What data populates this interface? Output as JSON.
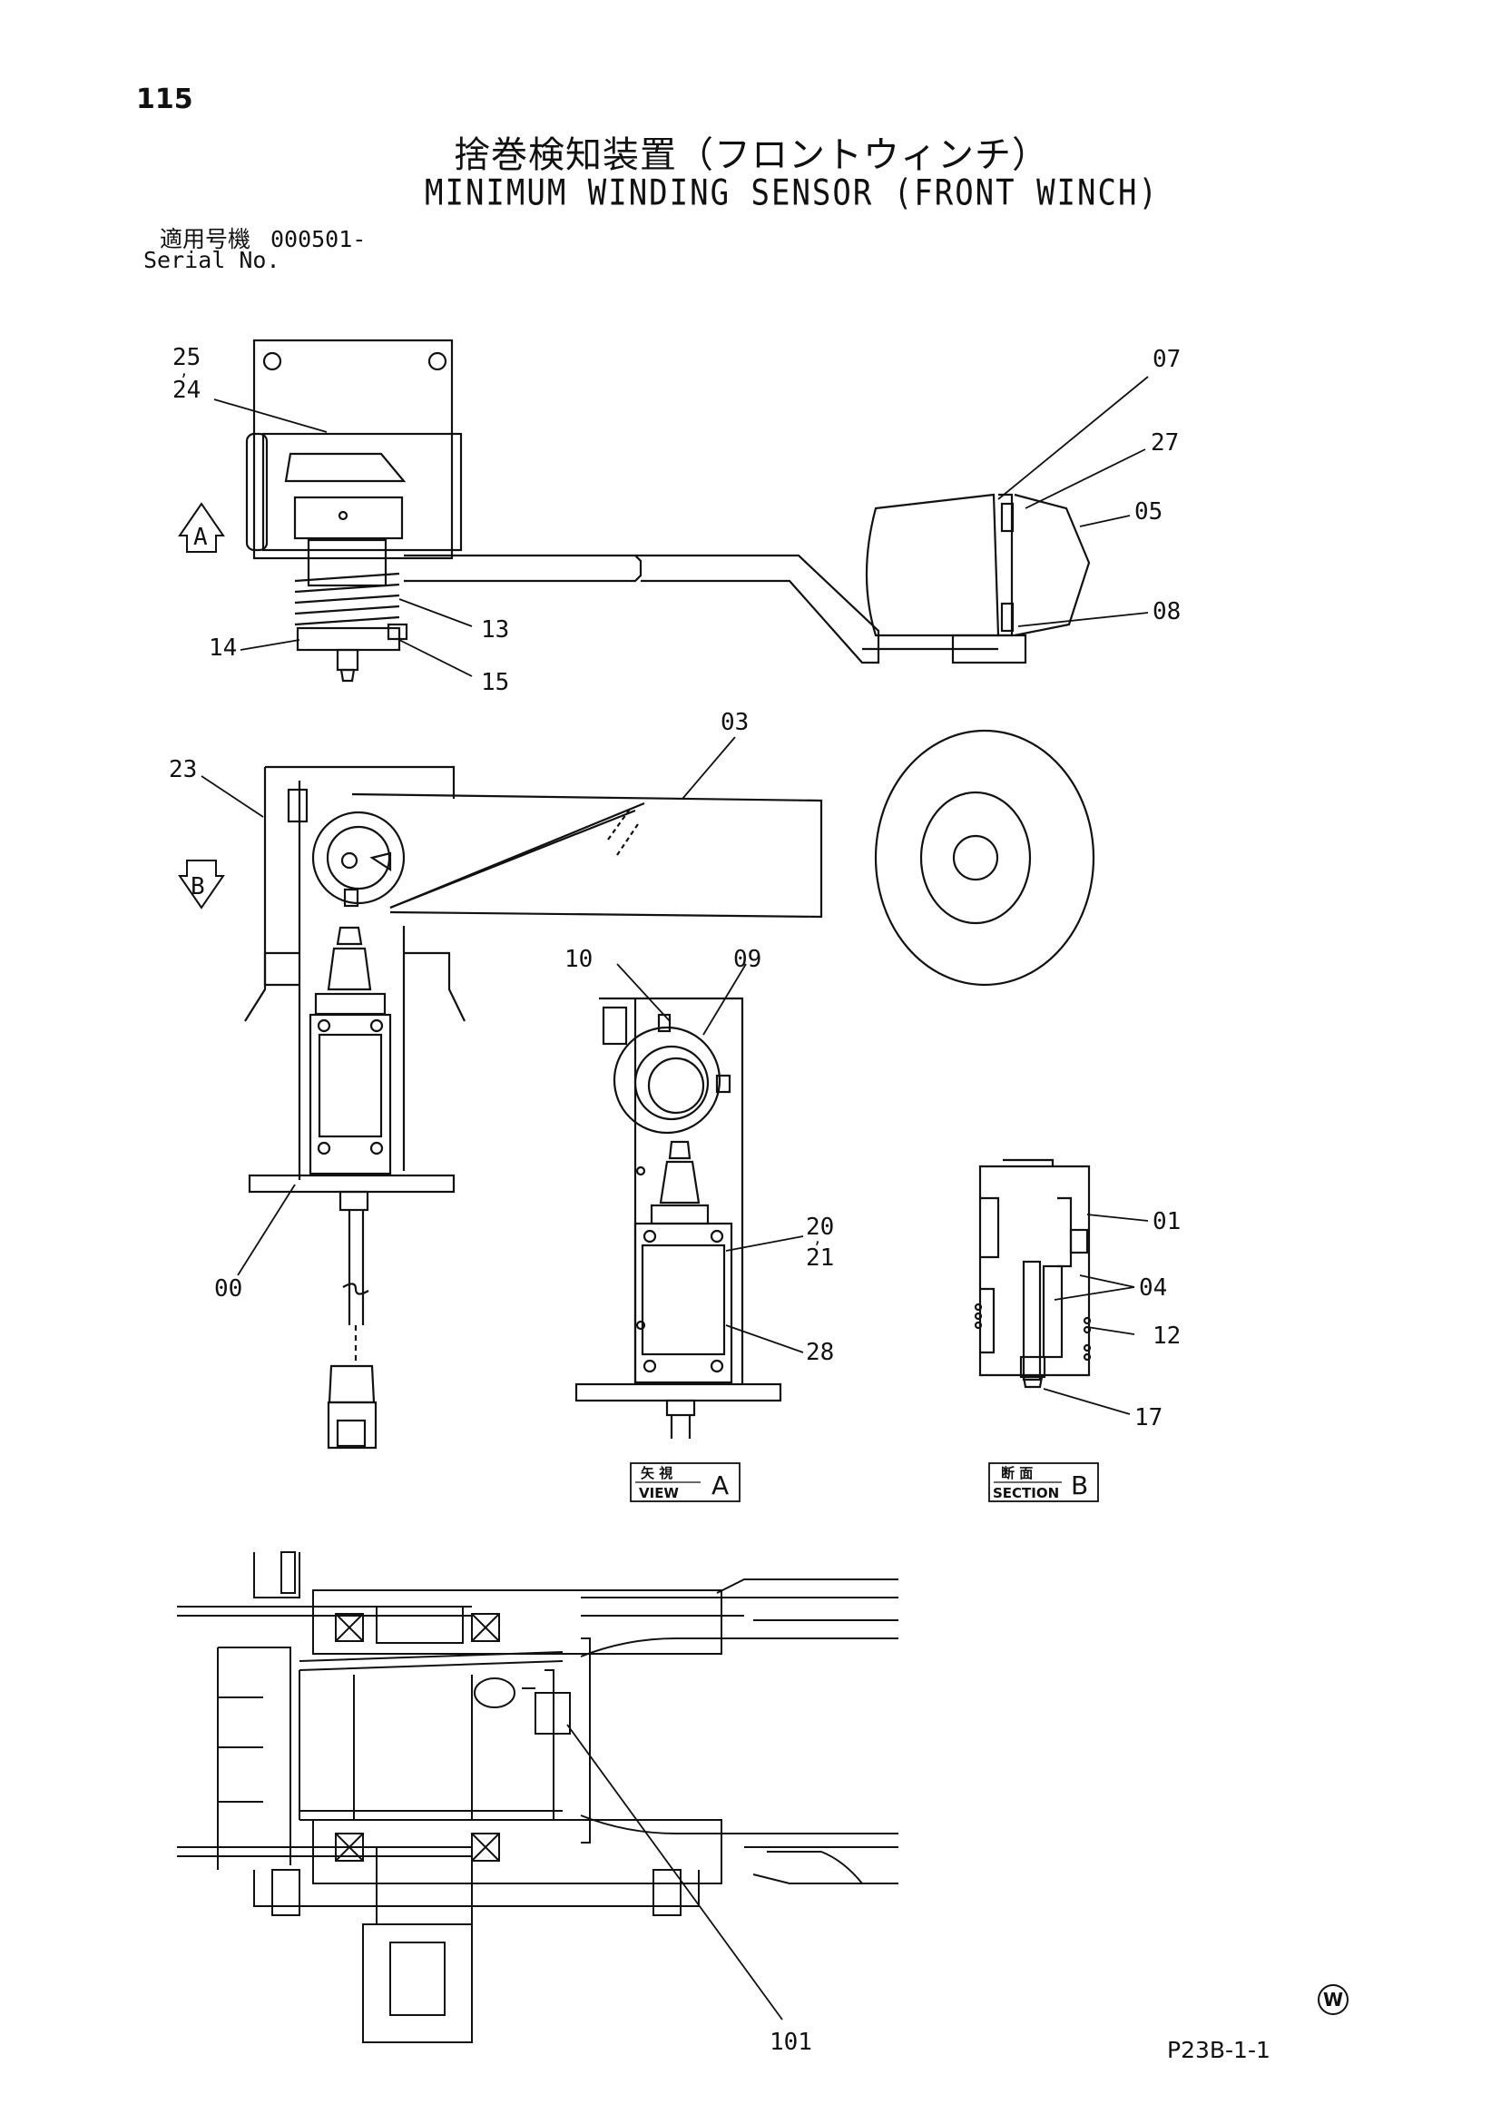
{
  "header": {
    "page_number": "115",
    "title_jp": "捨巻検知装置（フロントウィンチ）",
    "title_en": "MINIMUM WINDING SENSOR (FRONT WINCH)",
    "serial_label_jp": "適用号機",
    "serial_value": "000501-",
    "serial_label_en": "Serial No."
  },
  "callouts": {
    "c25": "25",
    "c24": "24",
    "c07": "07",
    "c27": "27",
    "c05": "05",
    "c13": "13",
    "c14": "14",
    "c15": "15",
    "c08": "08",
    "c03": "03",
    "c23": "23",
    "c10": "10",
    "c09": "09",
    "c00": "00",
    "c20": "20",
    "c21": "21",
    "c28": "28",
    "c01": "01",
    "c04": "04",
    "c12": "12",
    "c17": "17",
    "c101": "101"
  },
  "arrows": {
    "a": "A",
    "b": "B"
  },
  "views": {
    "view_a_jp": "矢 視",
    "view_a_en": "VIEW",
    "view_a_letter": "A",
    "section_b_jp": "断 面",
    "section_b_en": "SECTION",
    "section_b_letter": "B"
  },
  "footer": {
    "mark": "W",
    "code": "P23B-1-1"
  }
}
